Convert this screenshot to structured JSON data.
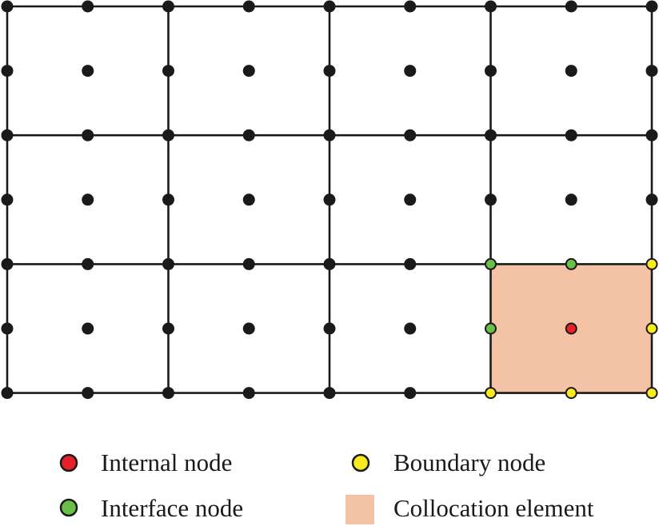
{
  "diagram": {
    "grid": {
      "columns": 4,
      "rows": 3,
      "nodes_per_element_edge": 3
    },
    "collocation_element": {
      "column": 4,
      "row": 3
    },
    "colors": {
      "line": "#1a1a1a",
      "regular_node": "#1a1a1a",
      "internal_node": "#e8202a",
      "interface_node": "#6abf4b",
      "boundary_node": "#f7ea1e",
      "collocation_fill": "#f4c3a6"
    }
  },
  "legend": {
    "internal_node": "Internal node",
    "boundary_node": "Boundary node",
    "interface_node": "Interface node",
    "collocation_element": "Collocation element"
  }
}
